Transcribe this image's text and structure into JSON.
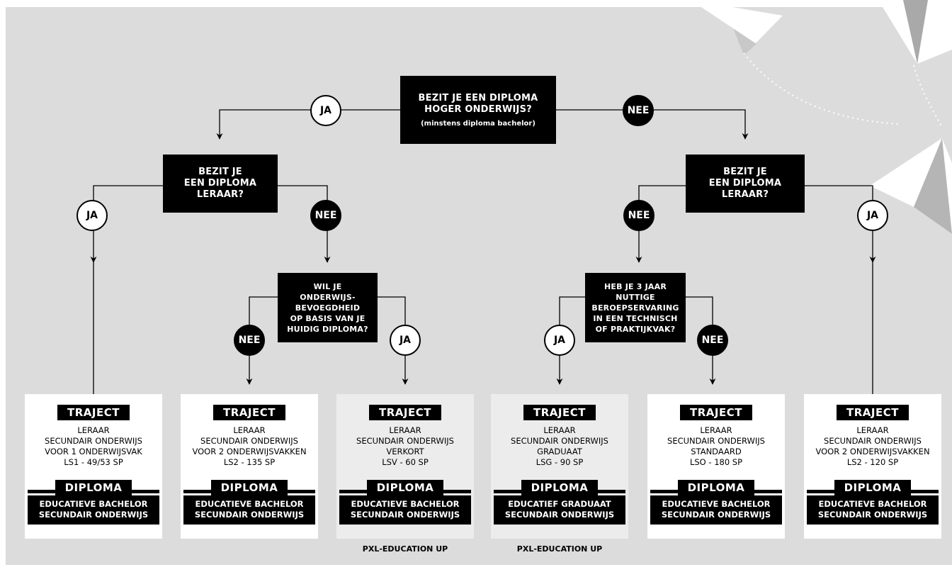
{
  "root_question": {
    "lines": [
      "BEZIT JE EEN DIPLOMA",
      "HOGER ONDERWIJS?"
    ],
    "note": "(minstens diploma bachelor)"
  },
  "left_question": {
    "lines": [
      "BEZIT JE",
      "EEN DIPLOMA",
      "LERAAR?"
    ]
  },
  "right_question": {
    "lines": [
      "BEZIT JE",
      "EEN DIPLOMA",
      "LERAAR?"
    ]
  },
  "mid_left_question": {
    "lines": [
      "WIL JE",
      "ONDERWIJS-",
      "BEVOEGDHEID",
      "OP BASIS VAN JE",
      "HUIDIG DIPLOMA?"
    ]
  },
  "mid_right_question": {
    "lines": [
      "HEB JE 3 JAAR",
      "NUTTIGE",
      "BEROEPSERVARING",
      "IN EEN TECHNISCH",
      "OF PRAKTIJKVAK?"
    ]
  },
  "answers": {
    "yes": "JA",
    "no": "NEE"
  },
  "card_labels": {
    "traject": "TRAJECT",
    "diploma": "DIPLOMA"
  },
  "cards": [
    {
      "lines": [
        "LERAAR",
        "SECUNDAIR ONDERWIJS",
        "VOOR 1 ONDERWIJSVAK",
        "LS1 - 49/53 SP"
      ],
      "diploma": [
        "EDUCATIEVE BACHELOR",
        "SECUNDAIR ONDERWIJS"
      ],
      "footer": ""
    },
    {
      "lines": [
        "LERAAR",
        "SECUNDAIR ONDERWIJS",
        "VOOR 2 ONDERWIJSVAKKEN",
        "LS2 - 135 SP"
      ],
      "diploma": [
        "EDUCATIEVE BACHELOR",
        "SECUNDAIR ONDERWIJS"
      ],
      "footer": ""
    },
    {
      "lines": [
        "LERAAR",
        "SECUNDAIR ONDERWIJS",
        "VERKORT",
        "LSV - 60 SP"
      ],
      "diploma": [
        "EDUCATIEVE BACHELOR",
        "SECUNDAIR ONDERWIJS"
      ],
      "footer": "PXL-EDUCATION UP"
    },
    {
      "lines": [
        "LERAAR",
        "SECUNDAIR ONDERWIJS",
        "GRADUAAT",
        "LSG - 90 SP"
      ],
      "diploma": [
        "EDUCATIEF GRADUAAT",
        "SECUNDAIR ONDERWIJS"
      ],
      "footer": "PXL-EDUCATION UP"
    },
    {
      "lines": [
        "LERAAR",
        "SECUNDAIR ONDERWIJS",
        "STANDAARD",
        "LSO - 180 SP"
      ],
      "diploma": [
        "EDUCATIEVE BACHELOR",
        "SECUNDAIR ONDERWIJS"
      ],
      "footer": ""
    },
    {
      "lines": [
        "LERAAR",
        "SECUNDAIR ONDERWIJS",
        "VOOR 2 ONDERWIJSVAKKEN",
        "LS2 - 120 SP"
      ],
      "diploma": [
        "EDUCATIEVE BACHELOR",
        "SECUNDAIR ONDERWIJS"
      ],
      "footer": ""
    }
  ]
}
